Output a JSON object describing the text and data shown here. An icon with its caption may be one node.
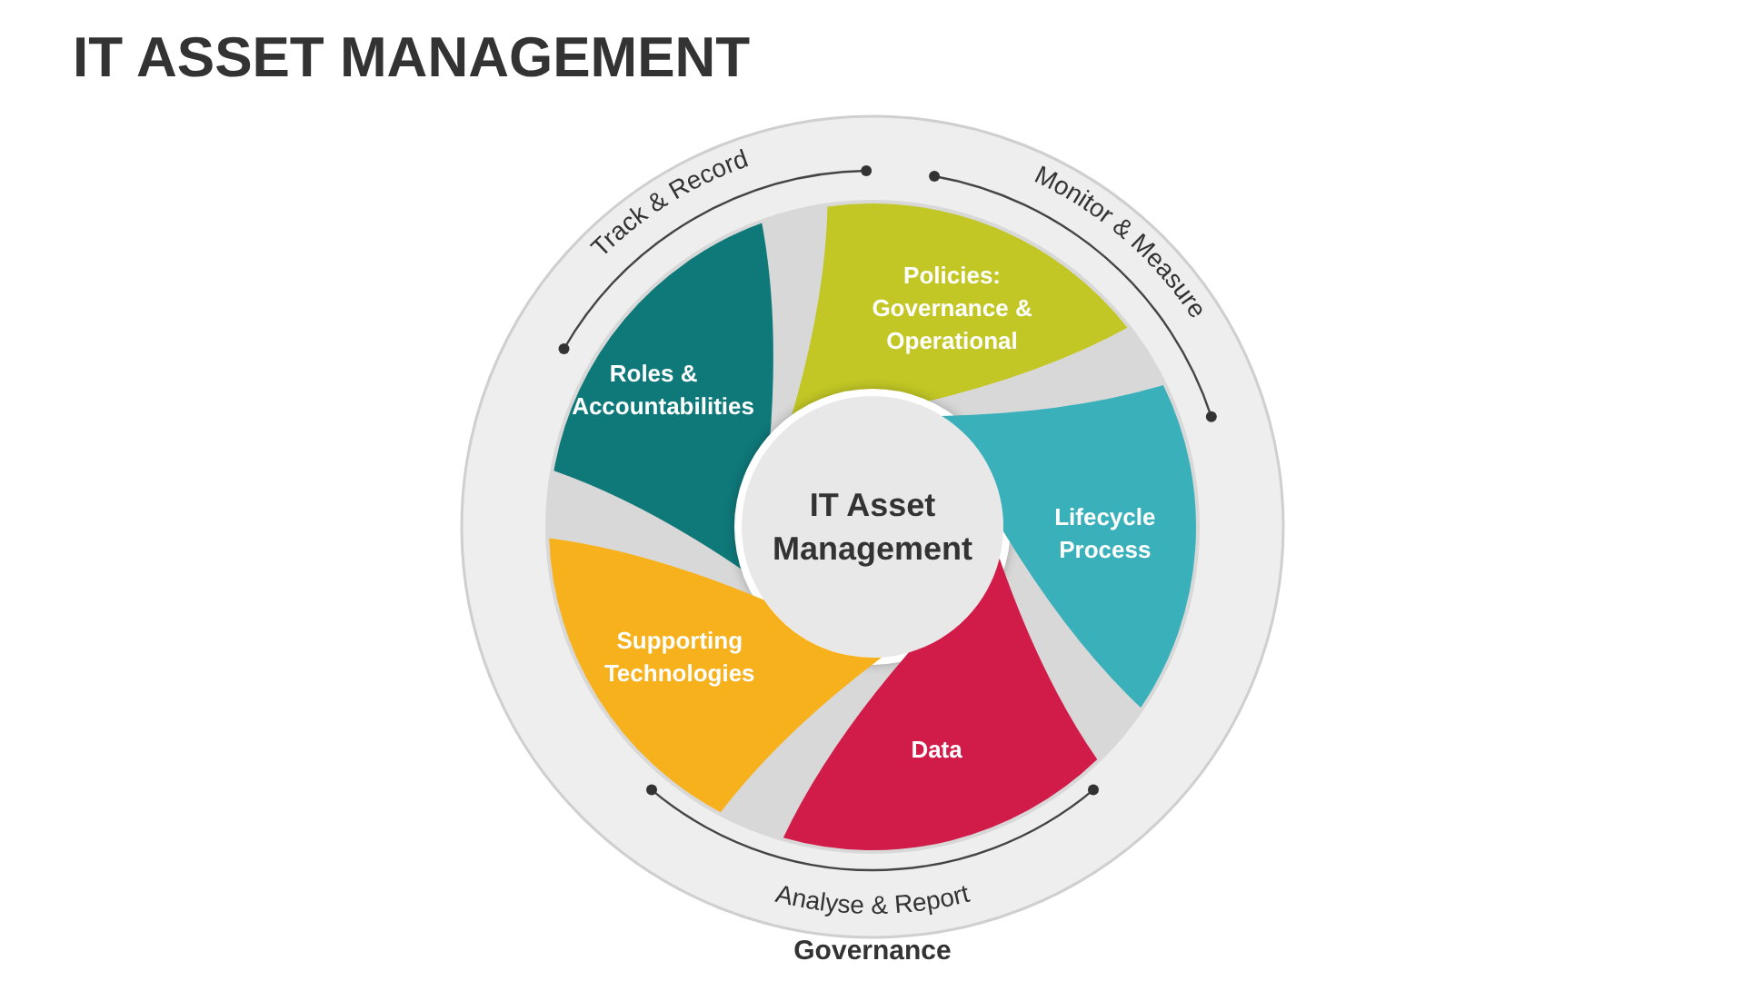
{
  "diagram": {
    "title": "IT ASSET MANAGEMENT",
    "nodes": [
      {
        "text": [
          "Governance"
        ]
      },
      {
        "text": [
          "Policies: Governance & Operational"
        ],
        "in": 0
      },
      {
        "text": [
          "Roles & Accountabilities"
        ],
        "in": 0
      },
      {
        "text": [
          "IT Asset Management"
        ],
        "in": 0
      },
      {
        "text": [
          "Lifecycle Process"
        ],
        "in": 0
      },
      {
        "text": [
          "Supporting Technologies"
        ],
        "in": 0
      },
      {
        "text": [
          "Data"
        ],
        "in": 0
      }
    ],
    "labels": [
      "Track & Record",
      "Monitor & Measure",
      "Analyse & Report"
    ]
  }
}
